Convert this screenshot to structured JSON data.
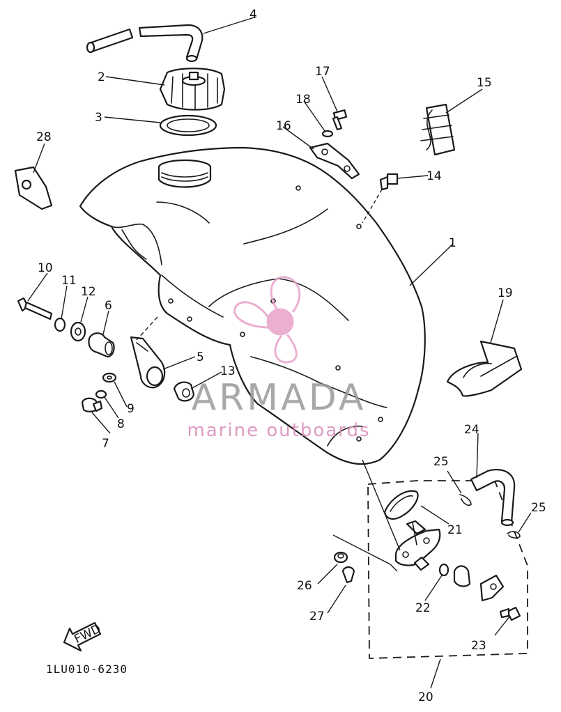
{
  "diagram": {
    "part_numbers": [
      "1",
      "2",
      "3",
      "4",
      "5",
      "6",
      "7",
      "8",
      "9",
      "10",
      "11",
      "12",
      "13",
      "14",
      "15",
      "16",
      "17",
      "18",
      "19",
      "20",
      "21",
      "22",
      "23",
      "24",
      "25",
      "25",
      "26",
      "27",
      "28"
    ],
    "drawing_code": "1LU010-6230",
    "fwd_label": "FWD"
  },
  "watermark": {
    "brand": "ARMADA",
    "tagline": "marine outboards",
    "color": "#e8a2c8"
  }
}
